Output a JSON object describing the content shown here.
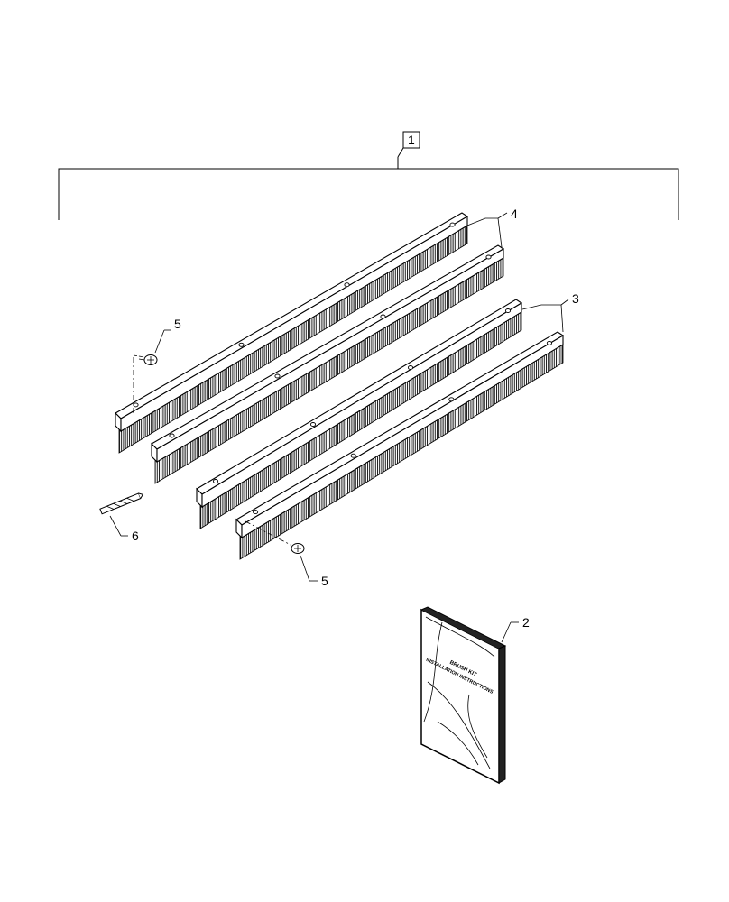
{
  "diagram": {
    "callouts": {
      "kit": "1",
      "manual": "2",
      "lower_brushes": "3",
      "upper_brushes": "4",
      "bolt_upper": "5",
      "bolt_lower": "5",
      "drill_bit": "6"
    },
    "manual_cover": {
      "line1": "BRUSH KIT",
      "line2": "INSTALLATION INSTRUCTIONS"
    }
  }
}
